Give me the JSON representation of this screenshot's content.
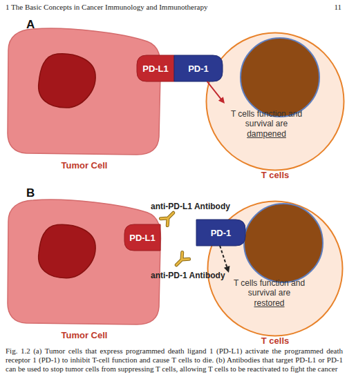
{
  "diagram": {
    "caption": "Fig. 1.2 (a) Tumor cells that express programmed death ligand 1 (PD-L1) activate the programmed death receptor 1 (PD-1) to inhibit T-cell function and cause T cells to die. (b) Antibodies that target PD-L1 or PD-1 can be used to stop tumor cells from suppressing T cells, allowing T cells to be reactivated to fight the cancer",
    "nodes": [
      {
        "text": [
          "Tumor Cell"
        ]
      },
      {
        "text": [
          "PD-L1"
        ]
      },
      {
        "text": [
          "PD-1"
        ]
      },
      {
        "text": [
          "T cells function and survival are dampened",
          "T cells"
        ]
      },
      {
        "text": [
          "Tumor Cell"
        ]
      },
      {
        "text": [
          "PD-L1"
        ]
      },
      {
        "text": [
          "PD-1"
        ]
      },
      {
        "text": [
          "T cells function and survival are restored",
          "T cells"
        ]
      }
    ],
    "edges": [
      {
        "from": 2,
        "to": 3,
        "arrow": "to"
      },
      {
        "from": 6,
        "to": 7,
        "arrow": "to"
      }
    ],
    "labels": [
      "1 The Basic Concepts in Cancer Immunology and Immunotherapy",
      "11",
      "A",
      "B",
      "anti-PD-L1 Antibody",
      "anti-PD-1 Antibody"
    ]
  }
}
